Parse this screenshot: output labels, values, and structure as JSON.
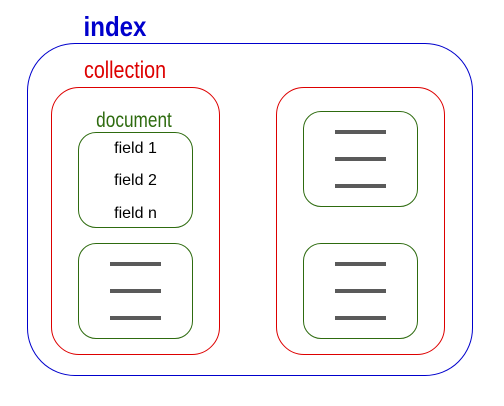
{
  "labels": {
    "index": "index",
    "collection": "collection",
    "document": "document"
  },
  "fields": [
    "field 1",
    "field 2",
    "field n"
  ],
  "colors": {
    "index": "#0000cc",
    "collection": "#dd0000",
    "document": "#2e6b0f",
    "field_lines": "#5a5a5a",
    "text": "#000000"
  }
}
